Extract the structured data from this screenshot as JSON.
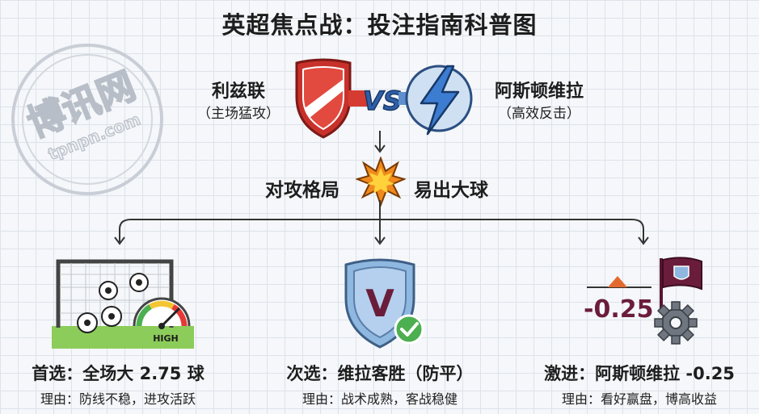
{
  "title": "英超焦点战：投注指南科普图",
  "watermark": {
    "main": "博讯网",
    "sub": "tpnpn.com"
  },
  "home": {
    "name": "利兹联",
    "note": "（主场猛攻）"
  },
  "vs_label": "VS",
  "away": {
    "name": "阿斯顿维拉",
    "note": "（高效反击）"
  },
  "pattern": {
    "left": "对攻格局",
    "right": "易出大球"
  },
  "options": [
    {
      "title": "首选：全场大 2.75 球",
      "reason": "理由：防线不稳，进攻活跃",
      "gauge_label": "HIGH"
    },
    {
      "title": "次选：维拉客胜（防平）",
      "reason": "理由：战术成熟，客战稳健",
      "shield_letter": "V"
    },
    {
      "title": "激进：阿斯顿维拉 -0.25",
      "reason": "理由：看好赢盘，博高收益",
      "handicap": "-0.25"
    }
  ],
  "colors": {
    "claret": "#6a1d3a",
    "villa_blue": "#8fb8e0",
    "leeds_red": "#c8312b",
    "grass": "#8ccc5a"
  }
}
